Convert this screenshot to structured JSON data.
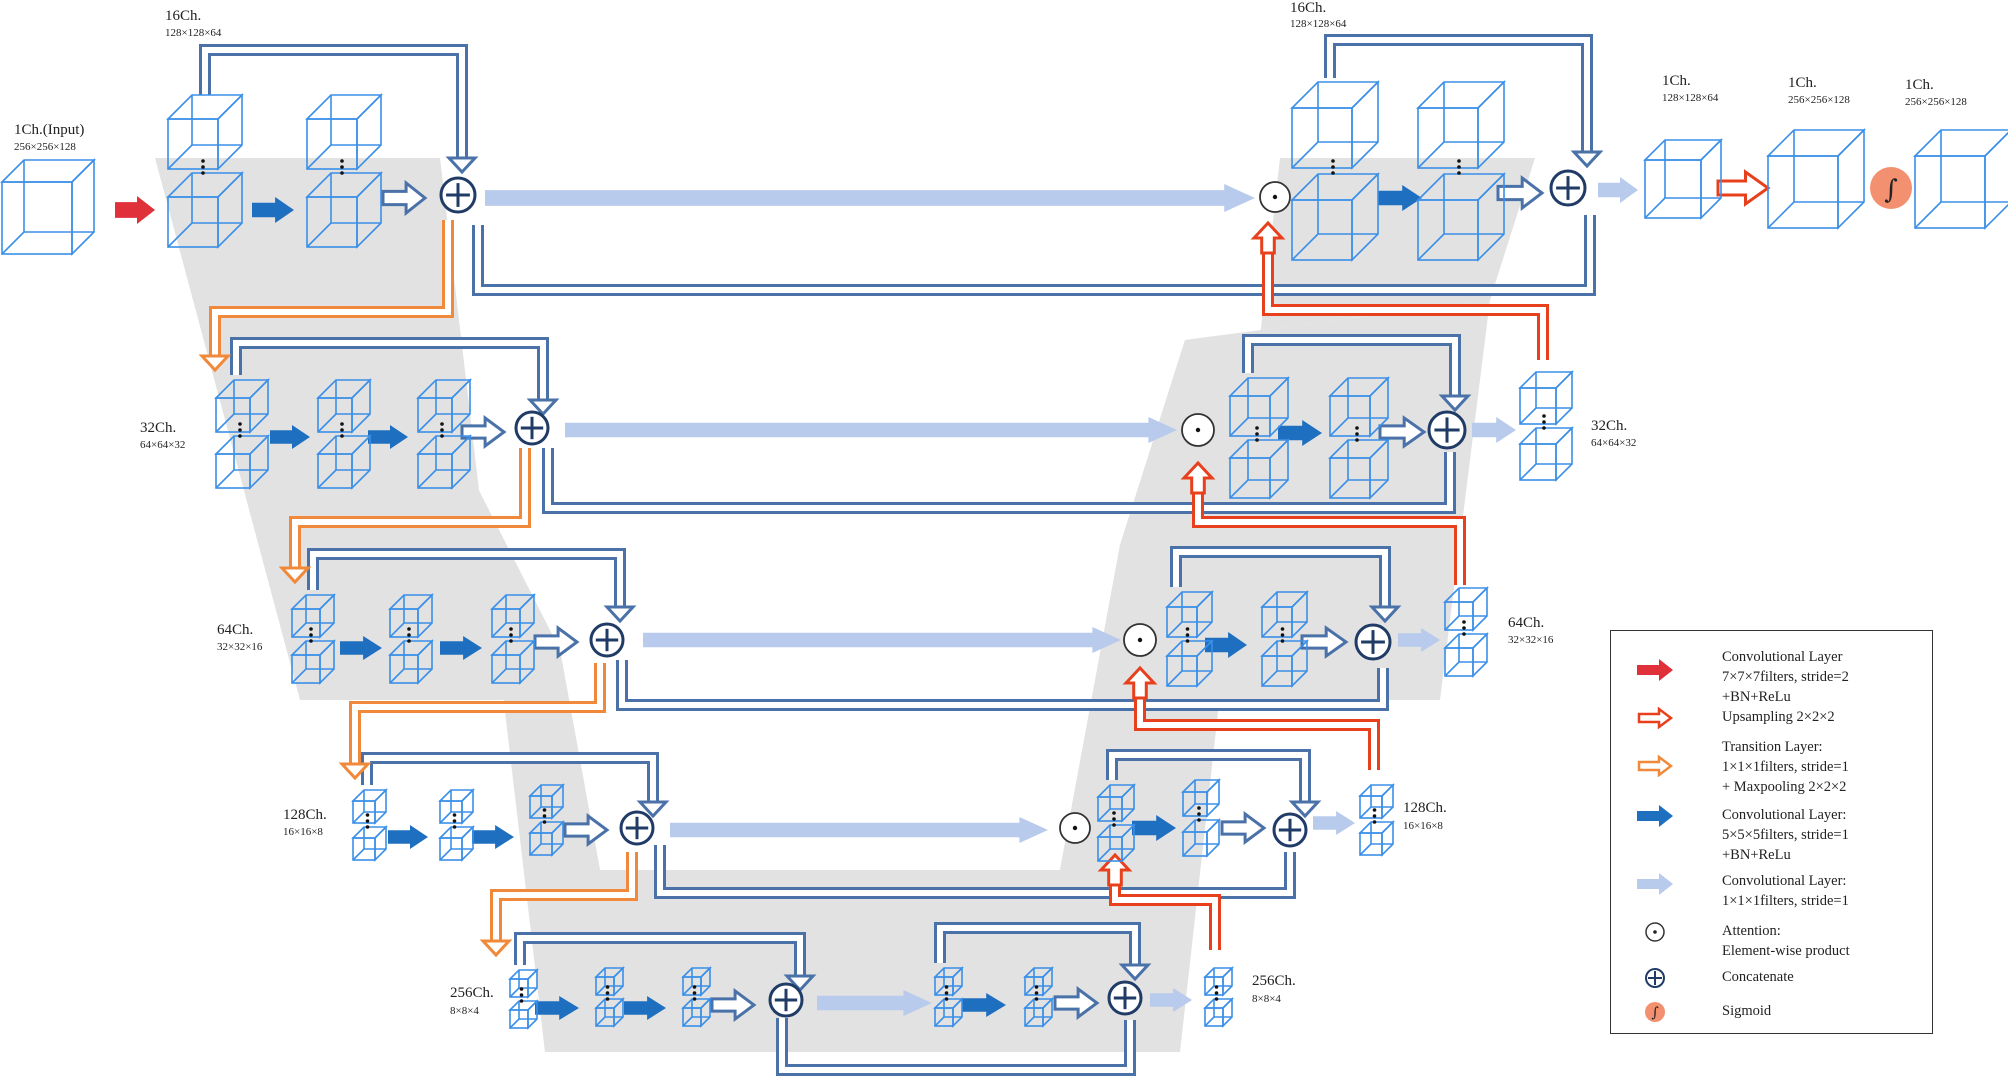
{
  "colors": {
    "cube": "#3a8fe8",
    "skip": "#4a72a8",
    "transition": "#f0893a",
    "upsample": "#e8401c",
    "conv_first": "#e0303a",
    "conv5": "#1f6fc0",
    "conv1": "#b8cbec",
    "op_stroke": "#1f3b66",
    "sigmoid": "#f39070",
    "band": "#e2e2e2"
  },
  "labels": {
    "input": {
      "ch": "1Ch.(Input)",
      "dims": "256×256×128"
    },
    "enc1": {
      "ch": "16Ch.",
      "dims": "128×128×64"
    },
    "enc2": {
      "ch": "32Ch.",
      "dims": "64×64×32"
    },
    "enc3": {
      "ch": "64Ch.",
      "dims": "32×32×16"
    },
    "enc4": {
      "ch": "128Ch.",
      "dims": "16×16×8"
    },
    "bott": {
      "ch": "256Ch.",
      "dims": "8×8×4"
    },
    "bott_out": {
      "ch": "256Ch.",
      "dims": "8×8×4"
    },
    "dec4": {
      "ch": "128Ch.",
      "dims": "16×16×8"
    },
    "dec3": {
      "ch": "64Ch.",
      "dims": "32×32×16"
    },
    "dec2": {
      "ch": "32Ch.",
      "dims": "64×64×32"
    },
    "dec1": {
      "ch": "16Ch.",
      "dims": "128×128×64"
    },
    "out1": {
      "ch": "1Ch.",
      "dims": "128×128×64"
    },
    "out2": {
      "ch": "1Ch.",
      "dims": "256×256×128"
    },
    "out3": {
      "ch": "1Ch.",
      "dims": "256×256×128"
    }
  },
  "legend": {
    "items": [
      {
        "icon": "conv-first-arrow",
        "text": "Convolutional Layer\n7×7×7filters, stride=2\n+BN+ReLu"
      },
      {
        "icon": "upsampling-arrow",
        "text": "Upsampling 2×2×2"
      },
      {
        "icon": "transition-arrow",
        "text": "Transition Layer:\n1×1×1filters, stride=1\n+ Maxpooling 2×2×2"
      },
      {
        "icon": "conv5-arrow",
        "text": "Convolutional Layer:\n5×5×5filters, stride=1\n+BN+ReLu"
      },
      {
        "icon": "conv1-arrow",
        "text": "Convolutional Layer:\n1×1×1filters, stride=1"
      },
      {
        "icon": "attention-icon",
        "text": "Attention:\nElement-wise product"
      },
      {
        "icon": "concatenate-icon",
        "text": "Concatenate"
      },
      {
        "icon": "sigmoid-icon",
        "text": "Sigmoid"
      }
    ]
  }
}
